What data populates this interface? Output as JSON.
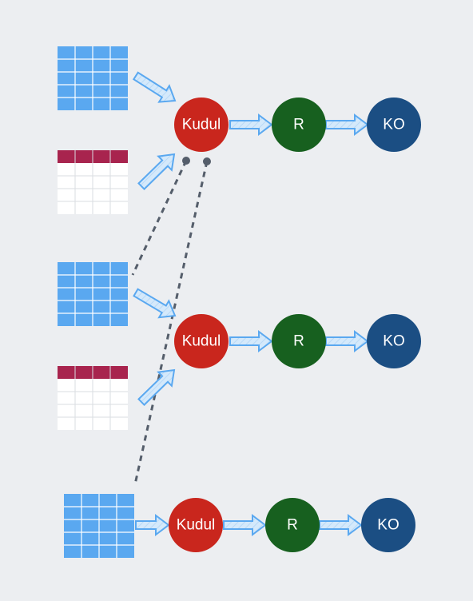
{
  "colors": {
    "background": "#eceef1",
    "kudul": "#c9261d",
    "r": "#17601f",
    "ko": "#1b4e83",
    "blue_table": "#5aa8f0",
    "header_table": "#a8244e",
    "arrow_fill": "#d4e9fb",
    "arrow_stroke": "#5aa8f0",
    "dashed_link": "#555e6b"
  },
  "rows": [
    {
      "nodes": [
        {
          "type": "kudul",
          "label": "Kudul"
        },
        {
          "type": "r",
          "label": "R"
        },
        {
          "type": "ko",
          "label": "KO"
        }
      ]
    },
    {
      "nodes": [
        {
          "type": "kudul",
          "label": "Kudul"
        },
        {
          "type": "r",
          "label": "R"
        },
        {
          "type": "ko",
          "label": "KO"
        }
      ]
    },
    {
      "nodes": [
        {
          "type": "kudul",
          "label": "Kudul"
        },
        {
          "type": "r",
          "label": "R"
        },
        {
          "type": "ko",
          "label": "KO"
        }
      ]
    }
  ]
}
